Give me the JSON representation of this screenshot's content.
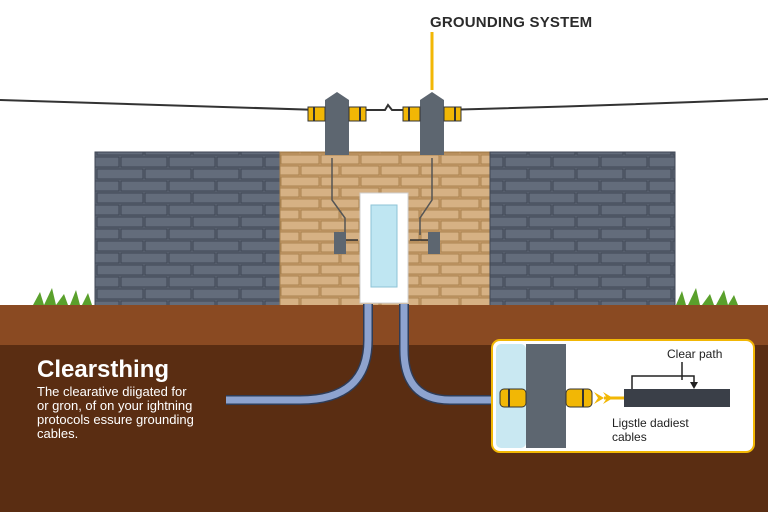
{
  "title": "GROUNDING SYSTEM",
  "caption": {
    "heading": "Clearsthing",
    "lines": [
      "The clearative diigated for",
      "or gron, of on your ightning",
      "protocols essure grounding",
      "cables."
    ]
  },
  "inset": {
    "label_top": "Clear path",
    "label_bottom": [
      "Ligstle dadiest",
      "cables"
    ]
  },
  "colors": {
    "sky": "#ffffff",
    "wall_side": "#5d6675",
    "wall_center": "#cfa878",
    "topsoil": "#8a4a22",
    "subsoil": "#5a2d12",
    "conduit": "#8ea3cf",
    "accent_yellow": "#f2b705",
    "device": "#5d6670"
  }
}
